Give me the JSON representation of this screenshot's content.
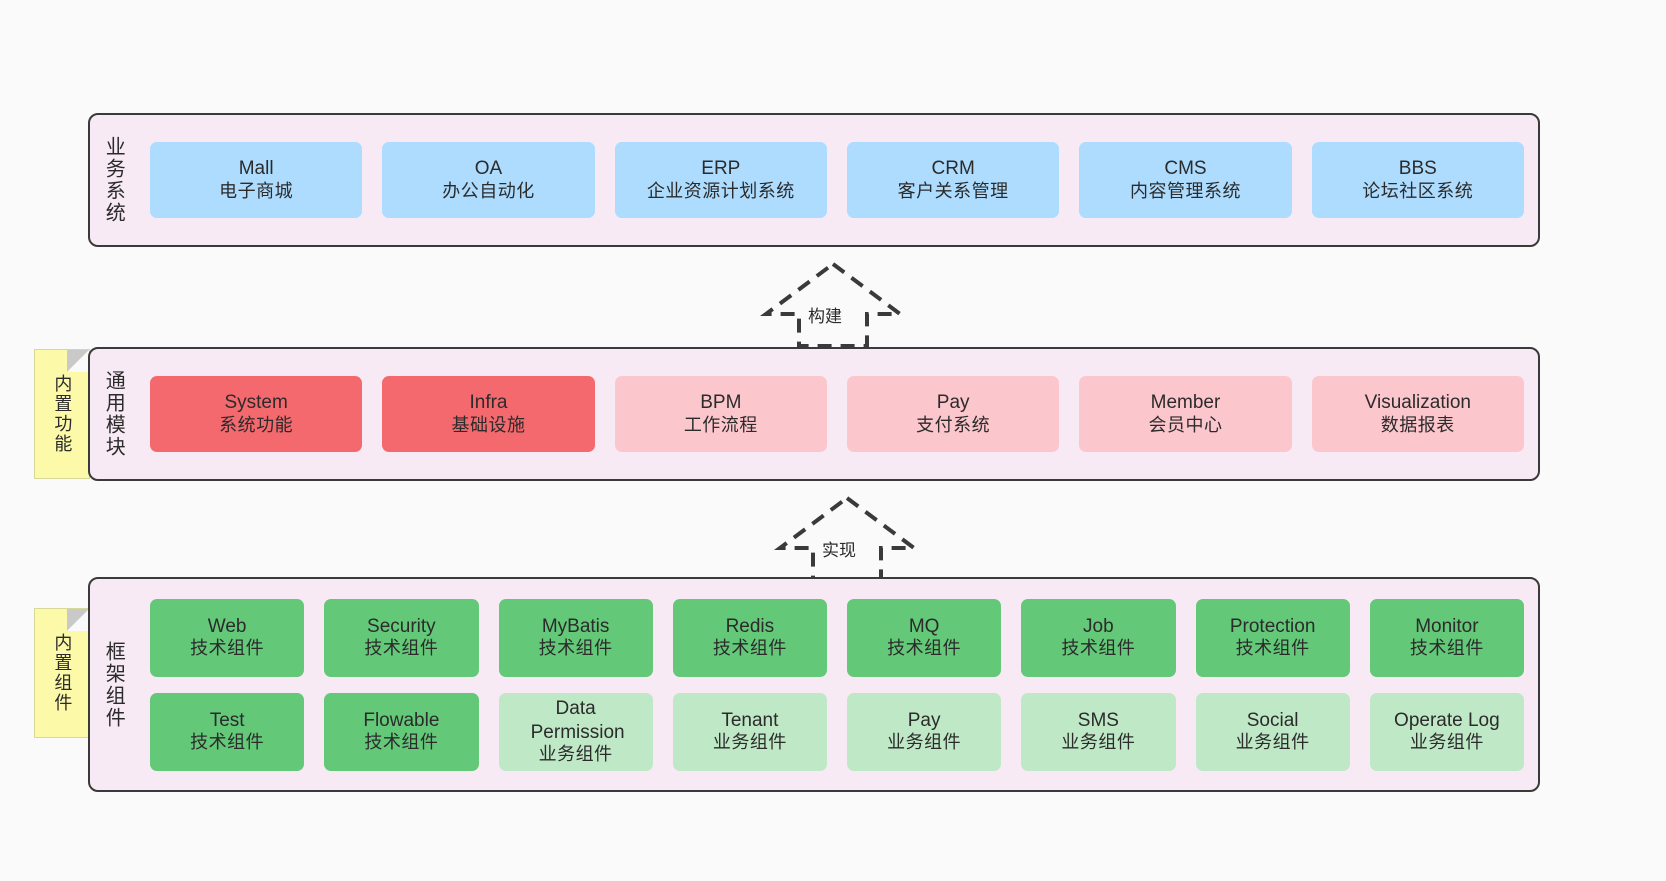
{
  "diagram": {
    "background": "#fafafa",
    "band_bg": "#f7eaf5",
    "colors": {
      "blue": "#addcff",
      "red": "#f4696e",
      "pink": "#fcc6cd",
      "green": "#63c878",
      "green_pale": "#bfe8c6",
      "note_yellow": "#fcfaa8",
      "border": "#3a3a3a"
    }
  },
  "layers": {
    "business": {
      "title": "业务系统",
      "nodes": [
        {
          "en": "Mall",
          "cn": "电子商城"
        },
        {
          "en": "OA",
          "cn": "办公自动化"
        },
        {
          "en": "ERP",
          "cn": "企业资源计划系统"
        },
        {
          "en": "CRM",
          "cn": "客户关系管理"
        },
        {
          "en": "CMS",
          "cn": "内容管理系统"
        },
        {
          "en": "BBS",
          "cn": "论坛社区系统"
        }
      ]
    },
    "common": {
      "title": "通用模块",
      "note": "内置功能",
      "nodes": [
        {
          "en": "System",
          "cn": "系统功能",
          "tone": "red"
        },
        {
          "en": "Infra",
          "cn": "基础设施",
          "tone": "red"
        },
        {
          "en": "BPM",
          "cn": "工作流程",
          "tone": "pink"
        },
        {
          "en": "Pay",
          "cn": "支付系统",
          "tone": "pink"
        },
        {
          "en": "Member",
          "cn": "会员中心",
          "tone": "pink"
        },
        {
          "en": "Visualization",
          "cn": "数据报表",
          "tone": "pink"
        }
      ]
    },
    "framework": {
      "title": "框架组件",
      "note": "内置组件",
      "row1": [
        {
          "en": "Web",
          "cn": "技术组件"
        },
        {
          "en": "Security",
          "cn": "技术组件"
        },
        {
          "en": "MyBatis",
          "cn": "技术组件"
        },
        {
          "en": "Redis",
          "cn": "技术组件"
        },
        {
          "en": "MQ",
          "cn": "技术组件"
        },
        {
          "en": "Job",
          "cn": "技术组件"
        },
        {
          "en": "Protection",
          "cn": "技术组件"
        },
        {
          "en": "Monitor",
          "cn": "技术组件"
        }
      ],
      "row2": [
        {
          "en": "Test",
          "cn": "技术组件",
          "tone": "green"
        },
        {
          "en": "Flowable",
          "cn": "技术组件",
          "tone": "green"
        },
        {
          "en": "Data Permission",
          "cn": "业务组件",
          "tone": "green-pale"
        },
        {
          "en": "Tenant",
          "cn": "业务组件",
          "tone": "green-pale"
        },
        {
          "en": "Pay",
          "cn": "业务组件",
          "tone": "green-pale"
        },
        {
          "en": "SMS",
          "cn": "业务组件",
          "tone": "green-pale"
        },
        {
          "en": "Social",
          "cn": "业务组件",
          "tone": "green-pale"
        },
        {
          "en": "Operate Log",
          "cn": "业务组件",
          "tone": "green-pale"
        }
      ]
    }
  },
  "connectors": [
    {
      "id": "build",
      "label": "构建",
      "from": "common",
      "to": "business",
      "style": "dashed-hollow-arrow-up"
    },
    {
      "id": "implement",
      "label": "实现",
      "from": "framework",
      "to": "common",
      "style": "dashed-hollow-arrow-up"
    }
  ]
}
